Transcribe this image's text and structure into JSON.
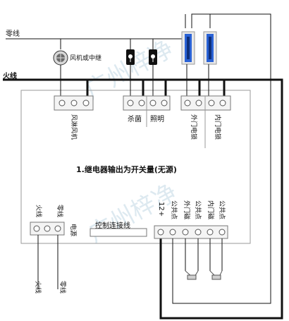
{
  "labels": {
    "neutral_line": "零线",
    "live_line": "火线",
    "fan_relay": "风机或中继",
    "terminal_fan": "风淋风机",
    "terminal_sterilize": "杀菌",
    "terminal_lighting": "照明",
    "terminal_outer_lock": "外门电锁",
    "terminal_inner_lock": "内门电锁",
    "relay_note": "1.继电器输出为开关量(无源)",
    "control_wire": "控制连接线",
    "power": "电源",
    "power_live": "火线",
    "power_neutral": "零线",
    "bottom_live": "火线",
    "bottom_neutral": "零线",
    "v12": "12+",
    "common": "公共点",
    "outer_door_mag": "外门磁",
    "outer_common": "公共点",
    "inner_door_mag": "内门磁",
    "inner_common": "公共点",
    "watermark_top": "广州梓净",
    "watermark_bottom": "广州梓净"
  },
  "colors": {
    "wire": "#111111",
    "box_border": "#9a9a9a",
    "terminal_fill": "#f4f4f4",
    "lock_blue": "#2b63d6",
    "watermark": "#9fc3d6"
  }
}
